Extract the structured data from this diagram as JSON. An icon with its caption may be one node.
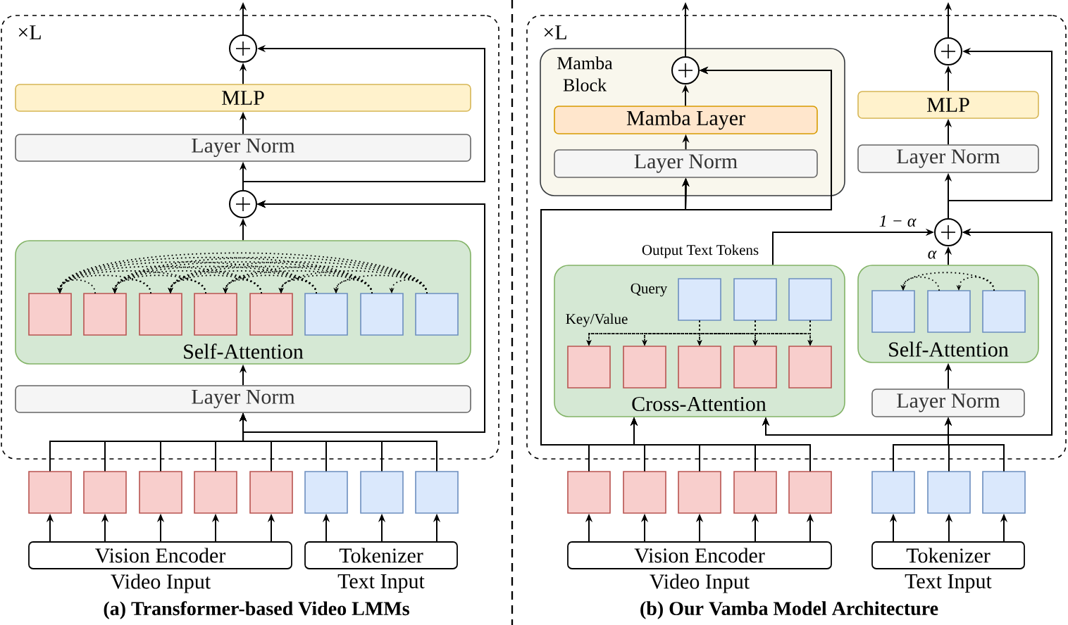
{
  "diagram": {
    "nodes": [
      {
        "text": [
          "×L"
        ]
      },
      {
        "text": [],
        "shape": "circle",
        "in": 0
      },
      {
        "text": [
          "MLP"
        ],
        "in": 0
      },
      {
        "text": [
          "Layer Norm"
        ],
        "in": 0
      },
      {
        "text": [],
        "shape": "circle",
        "in": 0
      },
      {
        "text": [
          "Self-Attention"
        ],
        "in": 0
      },
      {
        "text": [],
        "shape": "box",
        "in": 5
      },
      {
        "text": [],
        "shape": "box",
        "in": 5
      },
      {
        "text": [],
        "shape": "box",
        "in": 5
      },
      {
        "text": [],
        "shape": "box",
        "in": 5
      },
      {
        "text": [],
        "shape": "box",
        "in": 5
      },
      {
        "text": [],
        "shape": "box",
        "in": 5
      },
      {
        "text": [],
        "shape": "box",
        "in": 5
      },
      {
        "text": [],
        "shape": "box",
        "in": 5
      },
      {
        "text": [
          "Layer Norm"
        ],
        "in": 0
      },
      {
        "text": [],
        "shape": "box"
      },
      {
        "text": [],
        "shape": "box"
      },
      {
        "text": [],
        "shape": "box"
      },
      {
        "text": [],
        "shape": "box"
      },
      {
        "text": [],
        "shape": "box"
      },
      {
        "text": [],
        "shape": "box"
      },
      {
        "text": [],
        "shape": "box"
      },
      {
        "text": [],
        "shape": "box"
      },
      {
        "text": [
          "Vision Encoder"
        ],
        "beside": [
          "Video Input"
        ]
      },
      {
        "text": [
          "Tokenizer"
        ],
        "beside": [
          "Text Input"
        ]
      },
      {
        "text": [
          "×L"
        ]
      },
      {
        "text": [
          "Mamba Block"
        ],
        "in": 25
      },
      {
        "text": [],
        "shape": "circle",
        "in": 26
      },
      {
        "text": [
          "Mamba Layer"
        ],
        "in": 26
      },
      {
        "text": [
          "Layer Norm"
        ],
        "in": 26
      },
      {
        "text": [],
        "shape": "circle",
        "in": 25
      },
      {
        "text": [
          "MLP"
        ],
        "in": 25
      },
      {
        "text": [
          "Layer Norm"
        ],
        "in": 25
      },
      {
        "text": [],
        "shape": "circle",
        "in": 25
      },
      {
        "text": [
          "Query",
          "Key/Value",
          "Cross-Attention"
        ],
        "beside": [
          "Output Text Tokens"
        ],
        "in": 25
      },
      {
        "text": [],
        "shape": "box",
        "in": 34
      },
      {
        "text": [],
        "shape": "box",
        "in": 34
      },
      {
        "text": [],
        "shape": "box",
        "in": 34
      },
      {
        "text": [],
        "shape": "box",
        "in": 34
      },
      {
        "text": [],
        "shape": "box",
        "in": 34
      },
      {
        "text": [],
        "shape": "box",
        "in": 34
      },
      {
        "text": [],
        "shape": "box",
        "in": 34
      },
      {
        "text": [],
        "shape": "box",
        "in": 34
      },
      {
        "text": [
          "Self-Attention"
        ],
        "in": 25
      },
      {
        "text": [],
        "shape": "box",
        "in": 43
      },
      {
        "text": [],
        "shape": "box",
        "in": 43
      },
      {
        "text": [],
        "shape": "box",
        "in": 43
      },
      {
        "text": [
          "Layer Norm"
        ],
        "in": 25
      },
      {
        "text": [],
        "shape": "box"
      },
      {
        "text": [],
        "shape": "box"
      },
      {
        "text": [],
        "shape": "box"
      },
      {
        "text": [],
        "shape": "box"
      },
      {
        "text": [],
        "shape": "box"
      },
      {
        "text": [],
        "shape": "box"
      },
      {
        "text": [],
        "shape": "box"
      },
      {
        "text": [],
        "shape": "box"
      },
      {
        "text": [
          "Vision Encoder"
        ],
        "beside": [
          "Video Input"
        ]
      },
      {
        "text": [
          "Tokenizer"
        ],
        "beside": [
          "Text Input"
        ]
      }
    ],
    "edges": [
      {
        "from": 23,
        "to": 15,
        "arrow": "to"
      },
      {
        "from": 23,
        "to": 16,
        "arrow": "to"
      },
      {
        "from": 23,
        "to": 17,
        "arrow": "to"
      },
      {
        "from": 23,
        "to": 18,
        "arrow": "to"
      },
      {
        "from": 23,
        "to": 19,
        "arrow": "to"
      },
      {
        "from": 24,
        "to": 20,
        "arrow": "to"
      },
      {
        "from": 24,
        "to": 21,
        "arrow": "to"
      },
      {
        "from": 24,
        "to": 22,
        "arrow": "to"
      },
      {
        "from": 15,
        "to": 14,
        "arrow": "to"
      },
      {
        "from": 16,
        "to": 14,
        "arrow": "to"
      },
      {
        "from": 17,
        "to": 14,
        "arrow": "to"
      },
      {
        "from": 18,
        "to": 14,
        "arrow": "to"
      },
      {
        "from": 19,
        "to": 14,
        "arrow": "to"
      },
      {
        "from": 20,
        "to": 14,
        "arrow": "to"
      },
      {
        "from": 21,
        "to": 14,
        "arrow": "to"
      },
      {
        "from": 22,
        "to": 14,
        "arrow": "to"
      },
      {
        "from": 15,
        "to": 4,
        "arrow": "to"
      },
      {
        "from": 16,
        "to": 4,
        "arrow": "to"
      },
      {
        "from": 17,
        "to": 4,
        "arrow": "to"
      },
      {
        "from": 18,
        "to": 4,
        "arrow": "to"
      },
      {
        "from": 19,
        "to": 4,
        "arrow": "to"
      },
      {
        "from": 20,
        "to": 4,
        "arrow": "to"
      },
      {
        "from": 21,
        "to": 4,
        "arrow": "to"
      },
      {
        "from": 22,
        "to": 4,
        "arrow": "to"
      },
      {
        "from": 14,
        "to": 5,
        "arrow": "to"
      },
      {
        "from": 5,
        "to": 4,
        "arrow": "to"
      },
      {
        "from": 4,
        "to": 3,
        "arrow": "to"
      },
      {
        "from": 3,
        "to": 2,
        "arrow": "to"
      },
      {
        "from": 2,
        "to": 1,
        "arrow": "to"
      },
      {
        "from": 4,
        "to": 1,
        "arrow": "to"
      },
      {
        "from": 1,
        "to": null,
        "arrow": "to"
      },
      {
        "from": 7,
        "to": 6,
        "arrow": "to",
        "style": "dashed"
      },
      {
        "from": 8,
        "to": 6,
        "arrow": "to",
        "style": "dashed"
      },
      {
        "from": 8,
        "to": 7,
        "arrow": "to",
        "style": "dashed"
      },
      {
        "from": 9,
        "to": 6,
        "arrow": "to",
        "style": "dashed"
      },
      {
        "from": 9,
        "to": 7,
        "arrow": "to",
        "style": "dashed"
      },
      {
        "from": 9,
        "to": 8,
        "arrow": "to",
        "style": "dashed"
      },
      {
        "from": 10,
        "to": 6,
        "arrow": "to",
        "style": "dashed"
      },
      {
        "from": 10,
        "to": 7,
        "arrow": "to",
        "style": "dashed"
      },
      {
        "from": 10,
        "to": 8,
        "arrow": "to",
        "style": "dashed"
      },
      {
        "from": 10,
        "to": 9,
        "arrow": "to",
        "style": "dashed"
      },
      {
        "from": 11,
        "to": 6,
        "arrow": "to",
        "style": "dashed"
      },
      {
        "from": 11,
        "to": 7,
        "arrow": "to",
        "style": "dashed"
      },
      {
        "from": 11,
        "to": 8,
        "arrow": "to",
        "style": "dashed"
      },
      {
        "from": 11,
        "to": 9,
        "arrow": "to",
        "style": "dashed"
      },
      {
        "from": 11,
        "to": 10,
        "arrow": "to",
        "style": "dashed"
      },
      {
        "from": 12,
        "to": 6,
        "arrow": "to",
        "style": "dashed"
      },
      {
        "from": 12,
        "to": 7,
        "arrow": "to",
        "style": "dashed"
      },
      {
        "from": 12,
        "to": 8,
        "arrow": "to",
        "style": "dashed"
      },
      {
        "from": 12,
        "to": 9,
        "arrow": "to",
        "style": "dashed"
      },
      {
        "from": 12,
        "to": 10,
        "arrow": "to",
        "style": "dashed"
      },
      {
        "from": 12,
        "to": 11,
        "arrow": "to",
        "style": "dashed"
      },
      {
        "from": 13,
        "to": 6,
        "arrow": "to",
        "style": "dashed"
      },
      {
        "from": 13,
        "to": 7,
        "arrow": "to",
        "style": "dashed"
      },
      {
        "from": 13,
        "to": 8,
        "arrow": "to",
        "style": "dashed"
      },
      {
        "from": 13,
        "to": 9,
        "arrow": "to",
        "style": "dashed"
      },
      {
        "from": 13,
        "to": 10,
        "arrow": "to",
        "style": "dashed"
      },
      {
        "from": 13,
        "to": 11,
        "arrow": "to",
        "style": "dashed"
      },
      {
        "from": 13,
        "to": 12,
        "arrow": "to",
        "style": "dashed"
      },
      {
        "from": 56,
        "to": 48,
        "arrow": "to"
      },
      {
        "from": 56,
        "to": 49,
        "arrow": "to"
      },
      {
        "from": 56,
        "to": 50,
        "arrow": "to"
      },
      {
        "from": 56,
        "to": 51,
        "arrow": "to"
      },
      {
        "from": 56,
        "to": 52,
        "arrow": "to"
      },
      {
        "from": 57,
        "to": 53,
        "arrow": "to"
      },
      {
        "from": 57,
        "to": 54,
        "arrow": "to"
      },
      {
        "from": 57,
        "to": 55,
        "arrow": "to"
      },
      {
        "from": 48,
        "to": 34,
        "arrow": "to"
      },
      {
        "from": 49,
        "to": 34,
        "arrow": "to"
      },
      {
        "from": 50,
        "to": 34,
        "arrow": "to"
      },
      {
        "from": 51,
        "to": 34,
        "arrow": "to"
      },
      {
        "from": 52,
        "to": 34,
        "arrow": "to"
      },
      {
        "from": 48,
        "to": 29,
        "arrow": "to"
      },
      {
        "from": 49,
        "to": 29,
        "arrow": "to"
      },
      {
        "from": 50,
        "to": 29,
        "arrow": "to"
      },
      {
        "from": 51,
        "to": 29,
        "arrow": "to"
      },
      {
        "from": 52,
        "to": 29,
        "arrow": "to"
      },
      {
        "from": 48,
        "to": 27,
        "arrow": "to"
      },
      {
        "from": 49,
        "to": 27,
        "arrow": "to"
      },
      {
        "from": 50,
        "to": 27,
        "arrow": "to"
      },
      {
        "from": 51,
        "to": 27,
        "arrow": "to"
      },
      {
        "from": 52,
        "to": 27,
        "arrow": "to"
      },
      {
        "from": 53,
        "to": 47,
        "arrow": "to"
      },
      {
        "from": 54,
        "to": 47,
        "arrow": "to"
      },
      {
        "from": 55,
        "to": 47,
        "arrow": "to"
      },
      {
        "from": 53,
        "to": 34,
        "arrow": "to"
      },
      {
        "from": 54,
        "to": 34,
        "arrow": "to"
      },
      {
        "from": 55,
        "to": 34,
        "arrow": "to"
      },
      {
        "from": 53,
        "to": 33,
        "arrow": "to"
      },
      {
        "from": 54,
        "to": 33,
        "arrow": "to"
      },
      {
        "from": 55,
        "to": 33,
        "arrow": "to"
      },
      {
        "from": 29,
        "to": 28,
        "arrow": "to"
      },
      {
        "from": 28,
        "to": 27,
        "arrow": "to"
      },
      {
        "from": 27,
        "to": null,
        "arrow": "to"
      },
      {
        "from": 35,
        "to": 38,
        "arrow": "to",
        "style": "dashed"
      },
      {
        "from": 35,
        "to": 39,
        "arrow": "to",
        "style": "dashed"
      },
      {
        "from": 35,
        "to": 40,
        "arrow": "to",
        "style": "dashed"
      },
      {
        "from": 35,
        "to": 41,
        "arrow": "to",
        "style": "dashed"
      },
      {
        "from": 35,
        "to": 42,
        "arrow": "to",
        "style": "dashed"
      },
      {
        "from": 36,
        "to": 38,
        "arrow": "to",
        "style": "dashed"
      },
      {
        "from": 36,
        "to": 39,
        "arrow": "to",
        "style": "dashed"
      },
      {
        "from": 36,
        "to": 40,
        "arrow": "to",
        "style": "dashed"
      },
      {
        "from": 36,
        "to": 41,
        "arrow": "to",
        "style": "dashed"
      },
      {
        "from": 36,
        "to": 42,
        "arrow": "to",
        "style": "dashed"
      },
      {
        "from": 37,
        "to": 38,
        "arrow": "to",
        "style": "dashed"
      },
      {
        "from": 37,
        "to": 39,
        "arrow": "to",
        "style": "dashed"
      },
      {
        "from": 37,
        "to": 40,
        "arrow": "to",
        "style": "dashed"
      },
      {
        "from": 37,
        "to": 41,
        "arrow": "to",
        "style": "dashed"
      },
      {
        "from": 37,
        "to": 42,
        "arrow": "to",
        "style": "dashed"
      },
      {
        "from": 45,
        "to": 44,
        "arrow": "to",
        "style": "dashed"
      },
      {
        "from": 46,
        "to": 44,
        "arrow": "to",
        "style": "dashed"
      },
      {
        "from": 46,
        "to": 45,
        "arrow": "to",
        "style": "dashed"
      },
      {
        "from": 47,
        "to": 43,
        "arrow": "to"
      },
      {
        "from": 43,
        "to": 33,
        "arrow": "to",
        "label": "α"
      },
      {
        "from": 34,
        "to": 33,
        "arrow": "to",
        "label": "1 − α"
      },
      {
        "from": 33,
        "to": 32,
        "arrow": "to"
      },
      {
        "from": 32,
        "to": 31,
        "arrow": "to"
      },
      {
        "from": 31,
        "to": 30,
        "arrow": "to"
      },
      {
        "from": 30,
        "to": null,
        "arrow": "to"
      },
      {
        "from": 33,
        "to": 30,
        "arrow": "to"
      }
    ],
    "labels": [
      "(a) Transformer-based Video LMMs",
      "(b) Our Vamba Model Architecture"
    ]
  }
}
